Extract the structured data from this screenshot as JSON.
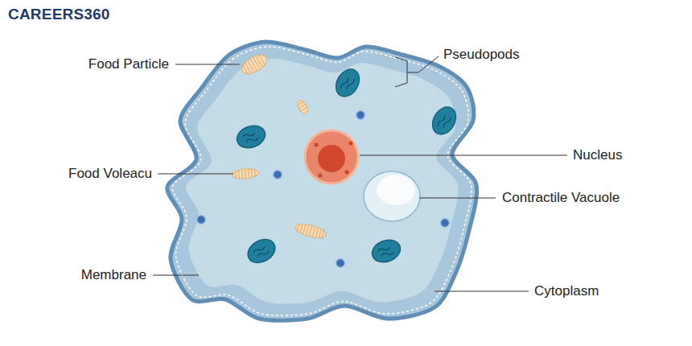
{
  "diagram": {
    "labels": [
      "CAREERS360",
      "Food Particle",
      "Pseudopods",
      "Nucleus",
      "Food Voleacu",
      "Contractile Vacuole",
      "Membrane",
      "Cytoplasm"
    ]
  }
}
